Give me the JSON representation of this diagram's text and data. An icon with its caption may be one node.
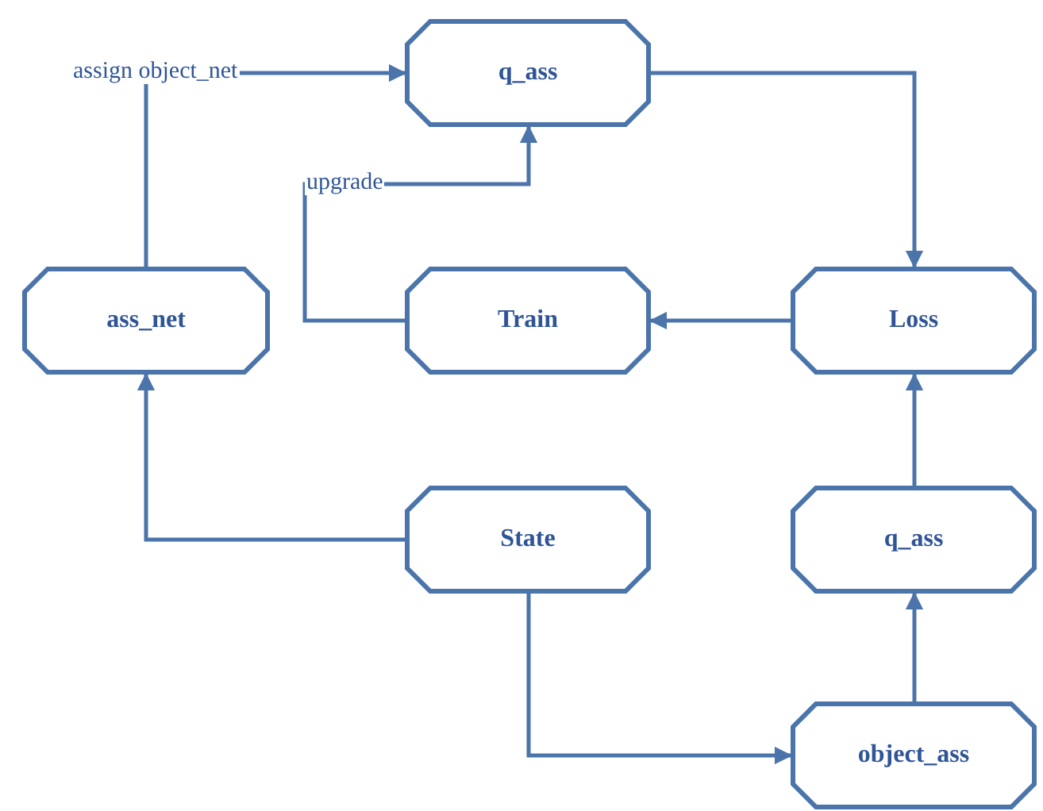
{
  "diagram": {
    "nodes": [
      {
        "text": [
          "q_ass"
        ]
      },
      {
        "text": [
          "ass_net"
        ]
      },
      {
        "text": [
          "Train"
        ]
      },
      {
        "text": [
          "Loss"
        ]
      },
      {
        "text": [
          "State"
        ]
      },
      {
        "text": [
          "q_ass"
        ]
      },
      {
        "text": [
          "object_ass"
        ]
      }
    ],
    "edges": [
      {
        "from": 1,
        "to": 0,
        "arrow": "to",
        "label": "assign object_net"
      },
      {
        "from": 2,
        "to": 0,
        "arrow": "to",
        "label": "upgrade"
      },
      {
        "from": 0,
        "to": 3,
        "arrow": "to"
      },
      {
        "from": 3,
        "to": 2,
        "arrow": "to"
      },
      {
        "from": 4,
        "to": 1,
        "arrow": "to"
      },
      {
        "from": 4,
        "to": 6,
        "arrow": "to"
      },
      {
        "from": 6,
        "to": 5,
        "arrow": "to"
      },
      {
        "from": 5,
        "to": 3,
        "arrow": "to"
      }
    ]
  }
}
